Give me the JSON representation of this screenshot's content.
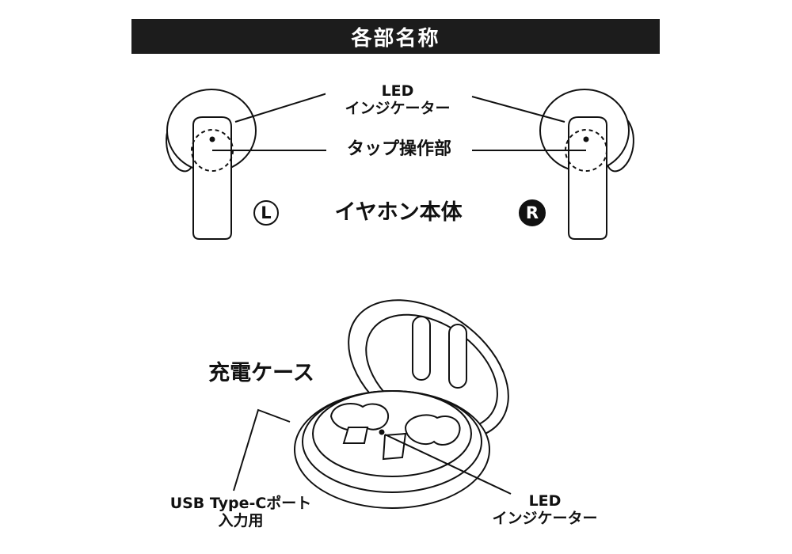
{
  "header": {
    "title": "各部名称"
  },
  "earbuds": {
    "led_label_line1": "LED",
    "led_label_line2": "インジケーター",
    "tap_label": "タップ操作部",
    "body_label": "イヤホン本体",
    "left_badge": "L",
    "right_badge": "R"
  },
  "case": {
    "case_label": "充電ケース",
    "usb_label_line1": "USB Type-Cポート",
    "usb_label_line2": "入力用",
    "led_label_line1": "LED",
    "led_label_line2": "インジケーター"
  }
}
